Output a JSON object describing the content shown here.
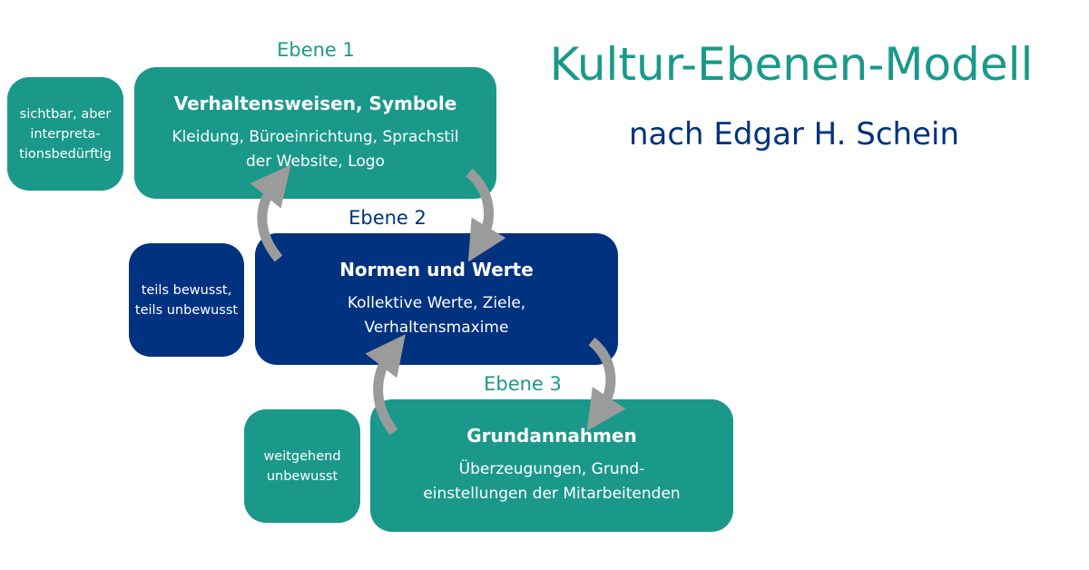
{
  "title": "Kultur-Ebenen-Modell",
  "subtitle": "nach Edgar H. Schein",
  "levels": [
    {
      "label": "Ebene 1",
      "heading": "Verhaltensweisen, Symbole",
      "text": "Kleidung, Büroeinrichtung, Sprachstil\nder Website, Logo",
      "awareness": "sichtbar, aber interpreta-tionsbedürftig"
    },
    {
      "label": "Ebene 2",
      "heading": "Normen und Werte",
      "text": "Kollektive Werte, Ziele,\nVerhaltensmaxime",
      "awareness": "teils bewusst, teils unbewusst"
    },
    {
      "label": "Ebene 3",
      "heading": "Grundannahmen",
      "text": "Überzeugungen, Grund-\neinstellungen der Mitarbeitenden",
      "awareness": "weitgehend unbewusst"
    }
  ],
  "colors": {
    "teal": "#1a998a",
    "navy": "#00327f",
    "arrow": "#9b9b9b"
  }
}
